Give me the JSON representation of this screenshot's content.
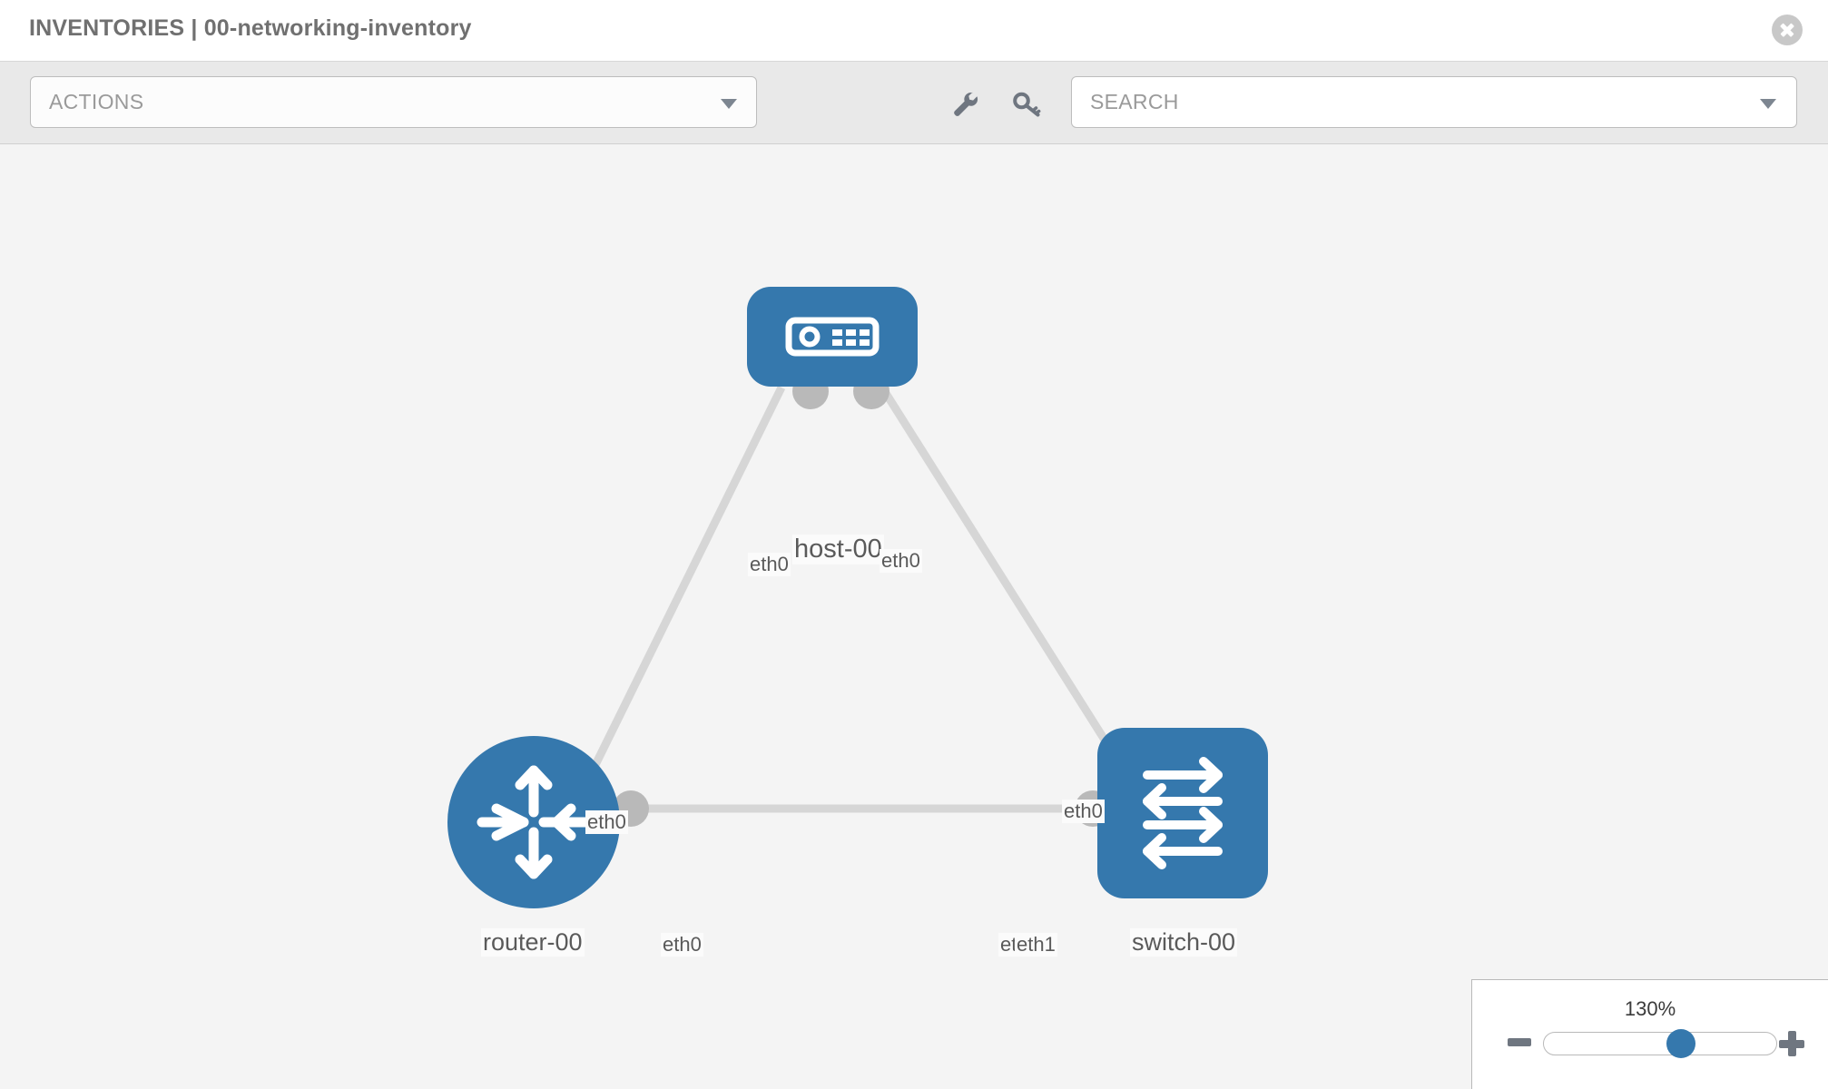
{
  "header": {
    "title": "INVENTORIES | 00-networking-inventory",
    "close_icon": "close-circle-icon"
  },
  "toolbar": {
    "actions_label": "ACTIONS",
    "actions_caret": "chevron-down-icon",
    "wrench_icon": "wrench-icon",
    "key_icon": "key-icon",
    "search_placeholder": "SEARCH",
    "search_value": "",
    "search_caret": "chevron-down-icon"
  },
  "topology": {
    "nodes": [
      {
        "id": "host",
        "label": "host-00",
        "icon": "server-icon",
        "shape": "rounded-rect",
        "color": "#3578ad"
      },
      {
        "id": "router",
        "label": "router-00",
        "icon": "router-arrows-icon",
        "shape": "circle",
        "color": "#3578ad"
      },
      {
        "id": "switch",
        "label": "switch-00",
        "icon": "switch-arrows-icon",
        "shape": "rounded-square",
        "color": "#3578ad"
      }
    ],
    "links": [
      {
        "from": "host",
        "to": "router",
        "from_label": "eth0",
        "to_label": "eth0"
      },
      {
        "from": "host",
        "to": "switch",
        "from_label": "eth0",
        "to_label": "eth0"
      },
      {
        "from": "router",
        "to": "switch",
        "from_label": "eth0",
        "to_label": "eth1",
        "to_label_overlap": "eth0"
      }
    ],
    "edge_labels": {
      "host_left": "eth0",
      "host_right": "eth0",
      "router_upper": "eth0",
      "switch_upper": "eth0",
      "router_right": "eth0",
      "switch_left_back": "eth0",
      "switch_left_front": "eth1"
    }
  },
  "zoom_control": {
    "value": "130%",
    "minus_label": "zoom-out",
    "plus_label": "zoom-in",
    "slider_position_pct": 60
  },
  "colors": {
    "accent": "#3578ad",
    "canvas_bg": "#f4f4f4",
    "toolbar_bg": "#e9e9e9",
    "port": "#b9b9b9",
    "link": "#d6d6d6",
    "text": "#5a5a5a"
  }
}
